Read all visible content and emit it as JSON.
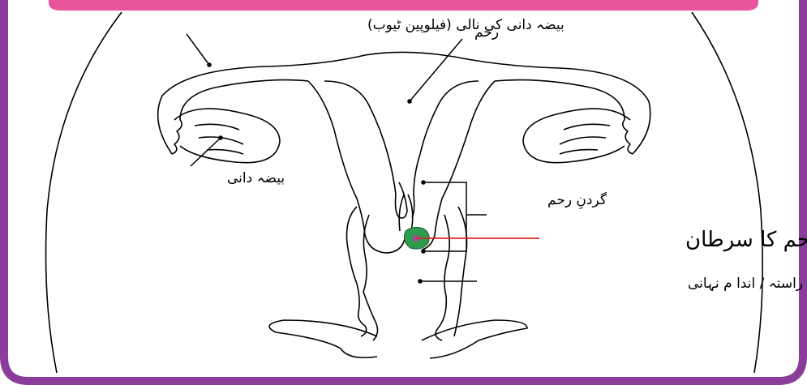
{
  "colors": {
    "frame": "#8a3d9a",
    "banner": "#e8559a",
    "outline": "#000000",
    "tumor_fill": "#2e9b4f",
    "tumor_core": "#b0409a",
    "cancer_line": "#e02020"
  },
  "labels": {
    "fallopian_tube": "بیضہ دانی کی نالی (فیلوپین ٹیوب)",
    "uterus": "رحم",
    "ovary": "بیضہ دانی",
    "cervix": "گردنِ رحم",
    "uterine_cancer": "رحم کا سرطان",
    "vagina": "رحم کا راستہ / اندا م نہانی"
  }
}
